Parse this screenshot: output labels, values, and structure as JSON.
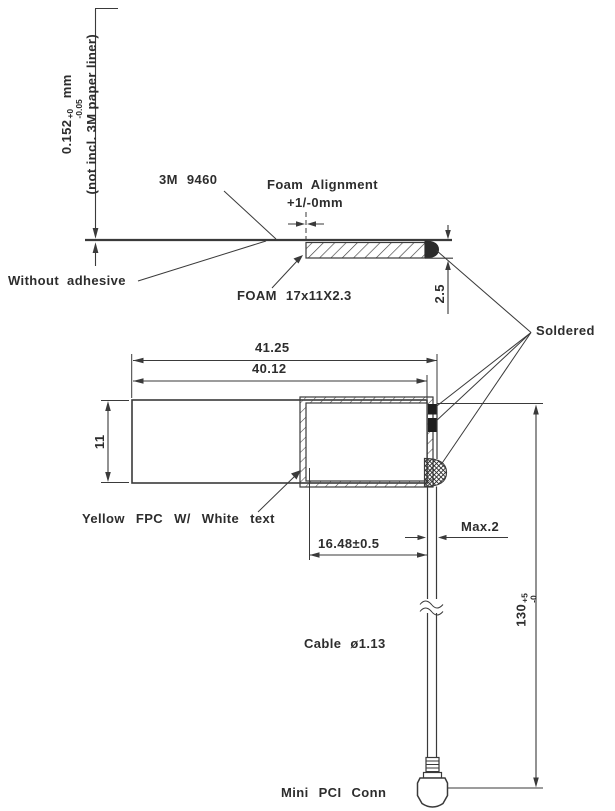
{
  "side_view": {
    "thickness_dim": {
      "value": "0.152",
      "tol_plus": "+0",
      "tol_minus": "-0.05",
      "unit": "mm",
      "note": "(not incl. 3M paper liner)"
    },
    "tape_label": "3M 9460",
    "foam_alignment_label": "Foam Alignment",
    "foam_alignment_tol": "+1/-0mm",
    "without_adhesive_label": "Without adhesive",
    "foam_label": "FOAM 17x11X2.3",
    "height_dim": "2.5"
  },
  "plan_view": {
    "length_dim_outer": "41.25",
    "length_dim_inner": "40.12",
    "width_dim": "11",
    "fpc_label": "Yellow FPC W/ White text",
    "foam_offset_dim": "16.48±0.5",
    "cable_overhang_dim": "Max.2",
    "soldered_label": "Soldered"
  },
  "cable": {
    "length_dim": {
      "value": "130",
      "tol_plus": "+5",
      "tol_minus": "-0"
    },
    "cable_label": "Cable ø1.13",
    "connector_label": "Mini PCI Conn"
  },
  "colors": {
    "line": "#3a3a3a",
    "text": "#2d2d2d",
    "solder_fill": "#2b2b2b",
    "background": "#ffffff"
  }
}
